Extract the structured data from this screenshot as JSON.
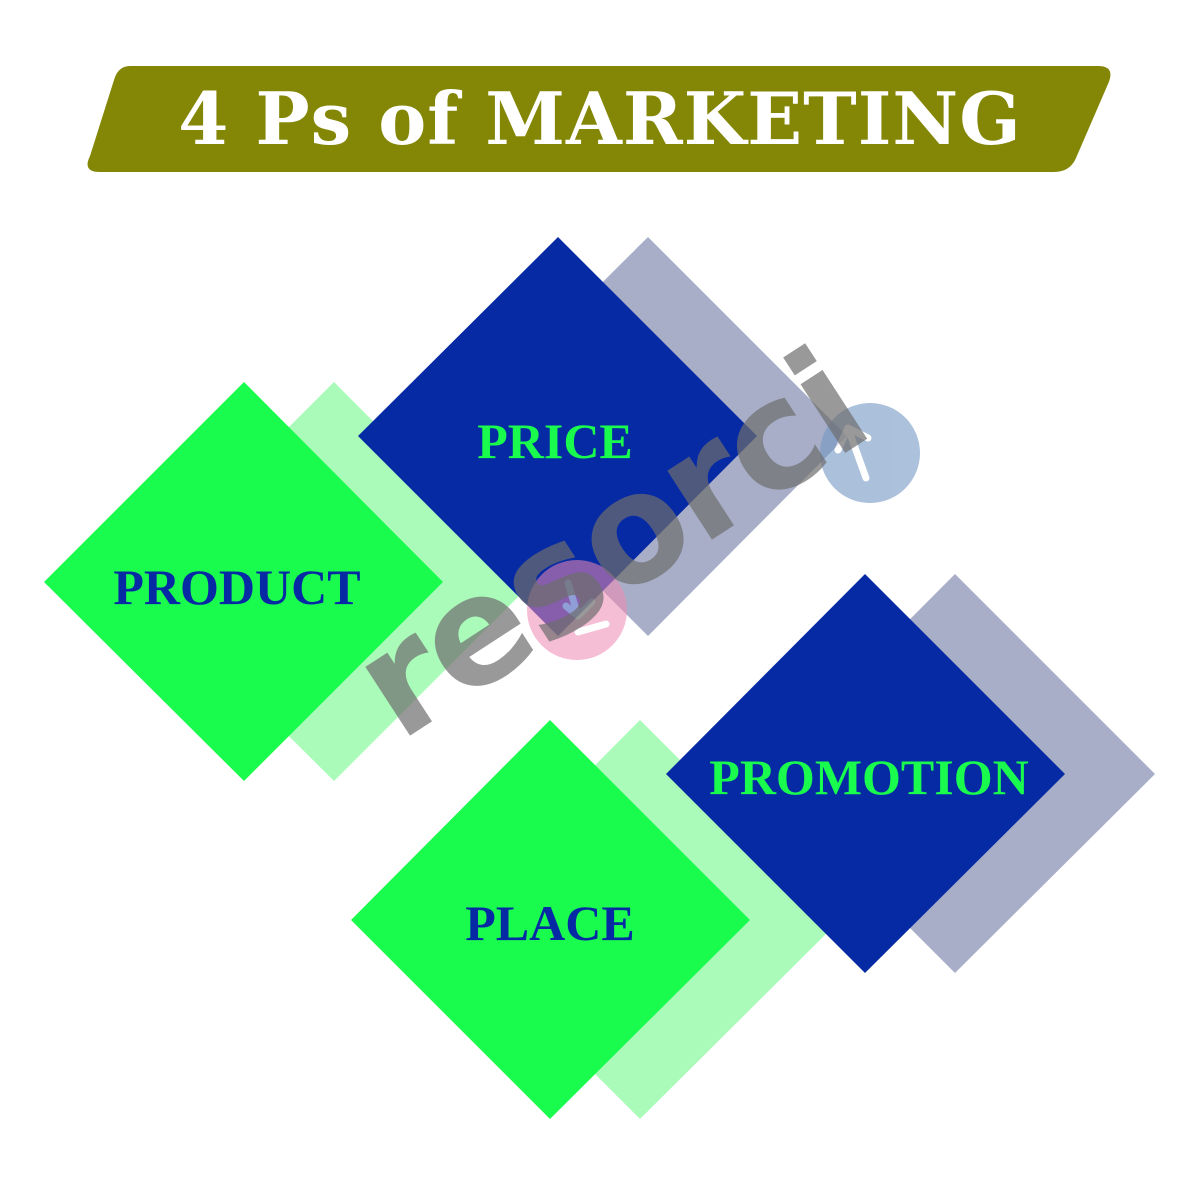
{
  "title": "4 Ps of MARKETING",
  "diamonds": [
    {
      "label": "PRICE",
      "face_color": "#062aa4",
      "shadow_color": "#a8aec8",
      "text_color": "#19fc4e"
    },
    {
      "label": "PRODUCT",
      "face_color": "#19fc4e",
      "shadow_color": "#aafbb9",
      "text_color": "#062aa4"
    },
    {
      "label": "PROMOTION",
      "face_color": "#062aa4",
      "shadow_color": "#a8aec8",
      "text_color": "#19fc4e"
    },
    {
      "label": "PLACE",
      "face_color": "#19fc4e",
      "shadow_color": "#aafbb9",
      "text_color": "#062aa4"
    }
  ],
  "watermark": {
    "text": "resorci",
    "icon": "resorcio-logo-icon"
  },
  "colors": {
    "banner": "#848706",
    "banner_text": "#ffffff",
    "background": "#ffffff"
  }
}
